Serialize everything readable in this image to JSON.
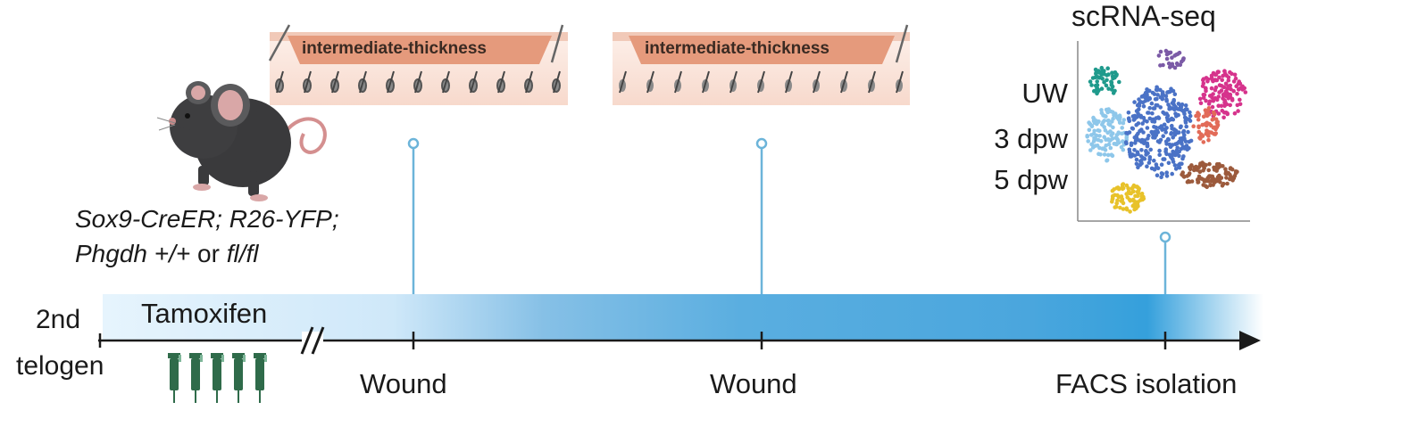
{
  "diagram": {
    "mouse_genotype_line1": "Sox9-CreER; R26-YFP;",
    "mouse_genotype_line2_prefix": "Phgdh +/+",
    "mouse_genotype_line2_or": " or ",
    "mouse_genotype_line2_suffix": "fl/fl",
    "start_label_line1": "2nd",
    "start_label_line2": "telogen",
    "tamoxifen_label": "Tamoxifen",
    "wound_panel_1_label": "intermediate-thickness",
    "wound_panel_2_label": "intermediate-thickness",
    "event_1_label": "Wound",
    "event_2_label": "Wound",
    "event_3_label": "FACS isolation",
    "assay_title": "scRNA-seq",
    "sample_labels": [
      "UW",
      "3 dpw",
      "5 dpw"
    ],
    "colors": {
      "timeline_light": "#d6ecfa",
      "timeline_dark": "#3fa2dc",
      "axis": "#1a1a1a",
      "stem": "#6cb4d9",
      "wound_pink": "#e59a7c",
      "skin": "#fbe6dd",
      "syringe": "#2f6b4a",
      "mouse": "#3a3a3c"
    },
    "clusters": [
      {
        "name": "teal",
        "color": "#1f9a8c"
      },
      {
        "name": "purple",
        "color": "#7b5aa6"
      },
      {
        "name": "magenta",
        "color": "#d6338c"
      },
      {
        "name": "light-blue",
        "color": "#8ec7ea"
      },
      {
        "name": "royal-blue",
        "color": "#4a72c6"
      },
      {
        "name": "salmon",
        "color": "#e26b58"
      },
      {
        "name": "brown",
        "color": "#9c5a3c"
      },
      {
        "name": "yellow",
        "color": "#e8c22a"
      }
    ]
  }
}
